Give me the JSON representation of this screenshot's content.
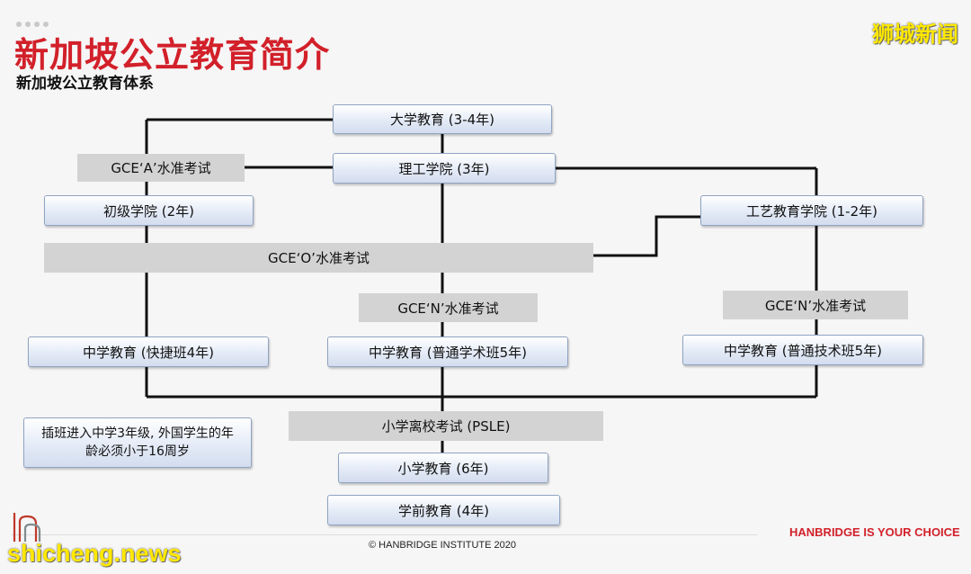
{
  "header": {
    "title": "新加坡公立教育简介",
    "subtitle": "新加坡公立教育体系",
    "watermark": "狮城新闻"
  },
  "diagram": {
    "university": "大学教育  (3-4年)",
    "polytechnic": "理工学院  (3年)",
    "gce_a": "GCE‘A’水准考试",
    "junior_college": "初级学院  (2年)",
    "ite": "工艺教育学院  (1-2年)",
    "gce_o": "GCE‘O’水准考试",
    "gce_n_academic": "GCE‘N’水准考试",
    "gce_n_technical": "GCE‘N’水准考试",
    "sec_express": "中学教育  (快捷班4年)",
    "sec_normal_academic": "中学教育  (普通学术班5年)",
    "sec_normal_technical": "中学教育  (普通技术班5年)",
    "psle": "小学离校考试  (PSLE)",
    "primary": "小学教育  (6年)",
    "preschool": "学前教育  (4年)",
    "note": "插班进入中学3年级, 外国学生的年龄必须小于16周岁"
  },
  "footer": {
    "copyright": "© HANBRIDGE INSTITUTE 2020",
    "slogan": "HANBRIDGE IS YOUR CHOICE",
    "watermark": "shicheng.news"
  }
}
